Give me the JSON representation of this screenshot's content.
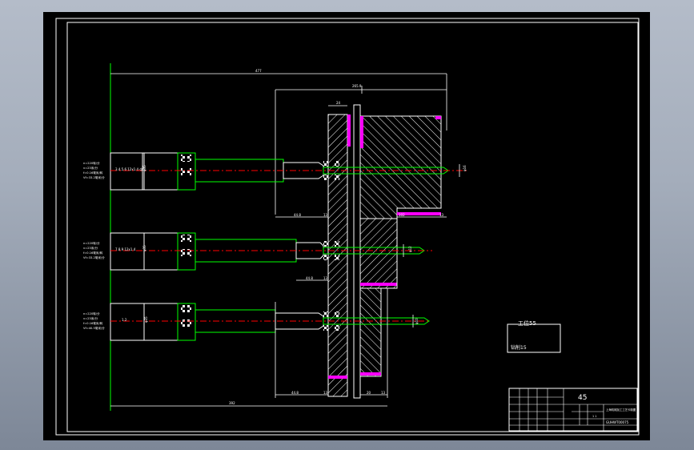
{
  "drawing": {
    "title_block": {
      "part_number": "45",
      "company": "上海机械加工工艺卡制图",
      "drawing_code": "GUHWT00075",
      "scale_row": "1  1"
    },
    "note_box": {
      "line1": "工位55",
      "line2": "钻削15"
    },
    "dimensions": {
      "overall_length": "477",
      "workpiece_width": "265.9",
      "flange_width": "24",
      "bottom_length": "392",
      "left_offset_1": "44.8",
      "gap_1": "13",
      "right_1": "102",
      "end_1": "13",
      "dia_1": "φ16",
      "left_offset_2": "44.8",
      "gap_2": "13",
      "dia_2": "φ12",
      "left_offset_3": "44.8",
      "gap_3": "13",
      "right_3a": "20",
      "right_3b": "13",
      "dia_3": "φ10"
    },
    "tools": [
      {
        "label": "3.4.5.6 12x1.4 ф6",
        "dia": "φ35",
        "params": [
          "n=220转/分",
          "v=23米/分",
          "f=0.16毫米/转",
          "Vf=33.2毫米/分"
        ]
      },
      {
        "label": "7.8.9 12x1.4",
        "dia": "φ35",
        "params": [
          "n=220转/分",
          "v=23米/分",
          "f=0.16毫米/转",
          "Vf=33.2毫米/分"
        ]
      },
      {
        "label": "1.2",
        "dia": "φ35",
        "params": [
          "n=220转/分",
          "v=23米/分",
          "f=0.16毫米/转",
          "Vf=40.5毫米/分"
        ]
      }
    ]
  }
}
